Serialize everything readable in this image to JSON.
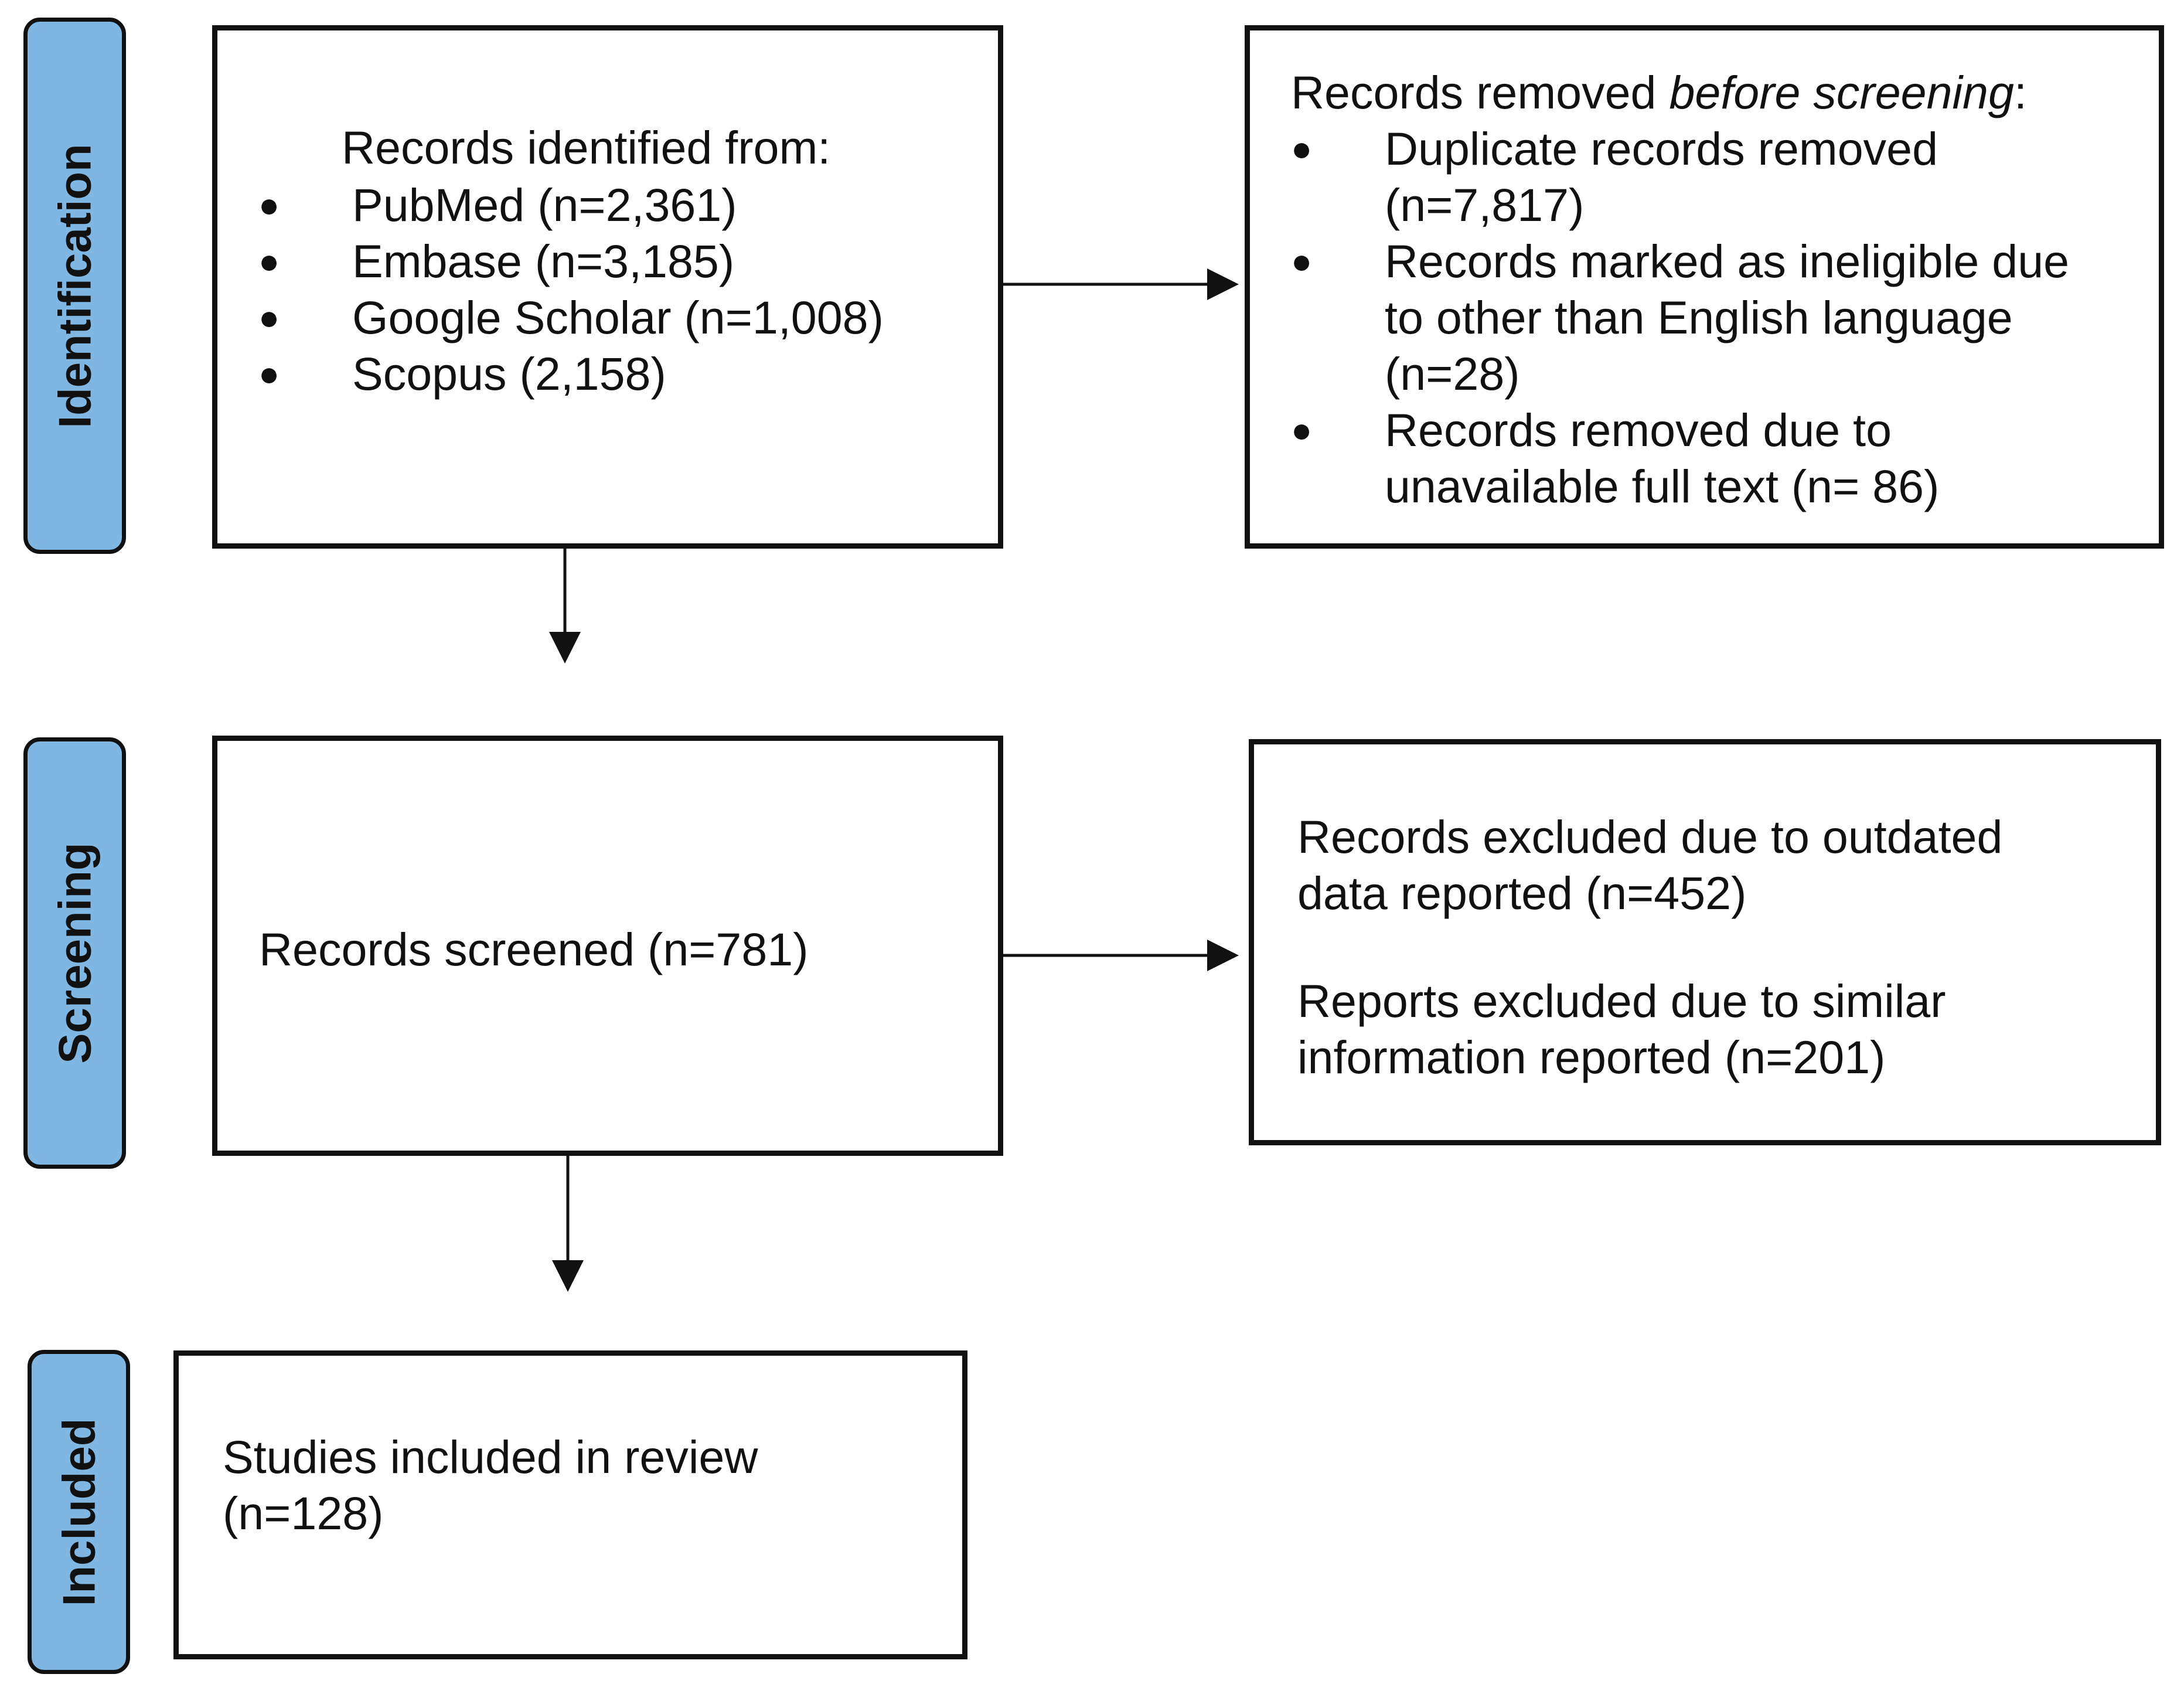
{
  "stages": {
    "identification": "Identification",
    "screening": "Screening",
    "included": "Included"
  },
  "identification_box": {
    "heading": "Records identified from:",
    "sources": [
      "PubMed (n=2,361)",
      "Embase (n=3,185)",
      "Google Scholar (n=1,008)",
      "Scopus (2,158)"
    ]
  },
  "removed_box": {
    "heading_prefix": "Records removed ",
    "heading_italic": "before screening",
    "heading_suffix": ":",
    "items": [
      [
        "Duplicate records removed",
        "(n=7,817)"
      ],
      [
        "Records marked as ineligible due",
        "to other than English language",
        "(n=28)"
      ],
      [
        "Records removed due to",
        "unavailable full text (n= 86)"
      ]
    ]
  },
  "screened_box": {
    "text": "Records screened (n=781)"
  },
  "excluded_box": {
    "para1": [
      "Records excluded due to outdated",
      "data reported (n=452)"
    ],
    "para2": [
      "Reports excluded due to similar",
      "information reported (n=201)"
    ]
  },
  "included_box": {
    "lines": [
      "Studies included in review",
      "(n=128)"
    ]
  }
}
